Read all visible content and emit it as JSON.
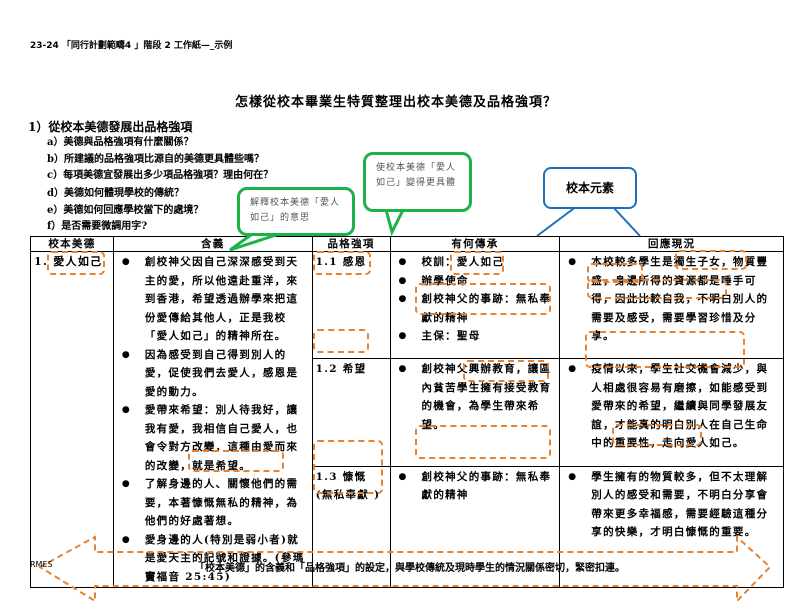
{
  "header": "23-24 「同行計劃範疇4 」階段 2 工作紙—_示例",
  "title": "怎樣從校本畢業生特質整理出校本美德及品格強項？",
  "section": {
    "label": "1）從校本美德發展出品格強項",
    "questions": [
      "a）美德與品格強項有什麼關係？",
      "b）所建議的品格強項比源自的美德更具體些嗎？",
      "c）每項美德宜發展出多少項品格強項？理由何在？",
      "d）美德如何體現學校的傳統？",
      "e）美德如何回應學校當下的處境？",
      "f）是否需要微調用字?"
    ]
  },
  "callouts": {
    "meaning": "解釋校本美德「愛人如己」的意思",
    "concrete": "使校本美德「愛人如己」變得更具體",
    "school_element": "校本元素"
  },
  "table": {
    "headers": [
      "校本美德",
      "含義",
      "品格強項",
      "有何傳承",
      "回應現況"
    ],
    "virtue": "1. 愛人如己",
    "meaning": [
      "創校神父因自己深深感受到天主的愛，所以他遠赴重洋，來到香港，希望透過辦學來把這份愛傳給其他人，正是我校「愛人如己」的精神所在。",
      "因為感受到自己得到別人的愛，促使我們去愛人，感恩是愛的動力。",
      "愛帶來希望：別人待我好，讓我有愛，我相信自己愛人，也會令對方改變，這種由愛而來的改變，就是希望。",
      "了解身邊的人、關懷他們的需要，本著慷慨無私的精神，為他們的好處著想。",
      "愛身邊的人(特別是弱小者)就是愛天主的記號和證據。(參瑪竇福音 25:45)"
    ],
    "rows": [
      {
        "strength": "1.1 感恩",
        "heritage": [
          "校訓：愛人如己",
          "辦學使命",
          "創校神父的事跡：無私奉獻的精神",
          "主保：聖母"
        ],
        "situation": [
          "本校較多學生是獨生子女，物質豐盛，身邊所得的資源都是唾手可得，因此比較自我，不明白別人的需要及感受，需要學習珍惜及分享。"
        ]
      },
      {
        "strength": "1.2 希望",
        "heritage": [
          "創校神父興辦教育，讓區內貧苦學生擁有接受教育的機會，為學生帶來希望。"
        ],
        "situation": [
          "疫情以來，學生社交機會減少，與人相處很容易有磨擦，如能感受到愛帶來的希望，繼續與同學發展友誼，才能真的明白別人在自己生命中的重要性，走向愛人如己。"
        ]
      },
      {
        "strength": "1.3 慷慨",
        "strength_note": "(無私奉獻 )",
        "heritage": [
          "創校神父的事跡：無私奉獻的精神"
        ],
        "situation": [
          "學生擁有的物質較多，但不太理解別人的感受和需要，不明白分享會帶來更多幸福感，需要經驗這種分享的快樂，才明白慷慨的重要。"
        ]
      }
    ]
  },
  "footer": {
    "code": "RMES",
    "banner": "「校本美德」的含義和「品格強項」的設定，與學校傳統及現時學生的情況關係密切，緊密扣連。"
  },
  "colors": {
    "orange": "#e8822e",
    "green": "#1db249",
    "blue": "#1f6fbf"
  }
}
